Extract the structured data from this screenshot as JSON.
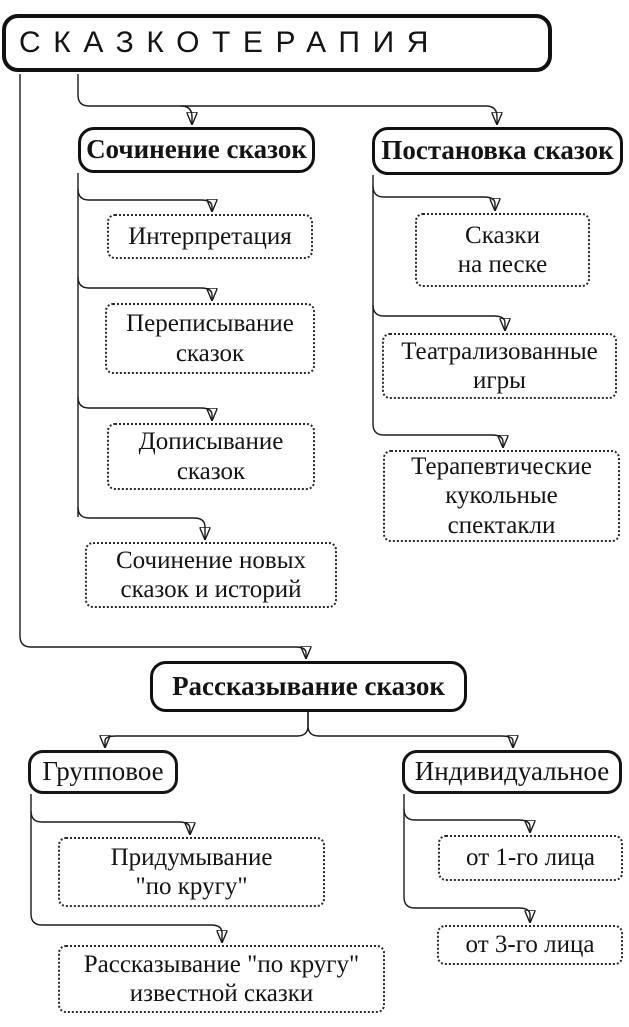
{
  "page": {
    "background_color": "#ffffff",
    "ink_color": "#1b1b1b"
  },
  "diagram": {
    "title": {
      "label": "СКАЗКОТЕРАПИЯ"
    },
    "nodes": {
      "compose": {
        "label": "Сочинение сказок"
      },
      "staging": {
        "label": "Постановка сказок"
      },
      "interpret": {
        "label": "Интерпретация"
      },
      "rewrite": {
        "label": "Переписывание\nсказок"
      },
      "finish": {
        "label": "Дописывание\nсказок"
      },
      "newtales": {
        "label": "Сочинение новых\nсказок и историй"
      },
      "sand": {
        "label": "Сказки\nна песке"
      },
      "theatrical": {
        "label": "Театрализованные\nигры"
      },
      "puppet": {
        "label": "Терапевтические\nкукольные\nспектакли"
      },
      "telling": {
        "label": "Рассказывание сказок"
      },
      "group": {
        "label": "Групповое"
      },
      "individual": {
        "label": "Индивидуальное"
      },
      "invent": {
        "label": "Придумывание\n\"по кругу\""
      },
      "tellcircle": {
        "label": "Рассказывание \"по кругу\"\nизвестной сказки"
      },
      "first": {
        "label": "от 1-го лица"
      },
      "third": {
        "label": "от 3-го лица"
      }
    },
    "edges": [
      {
        "from": "title",
        "to": "compose"
      },
      {
        "from": "title",
        "to": "staging"
      },
      {
        "from": "title",
        "to": "telling"
      },
      {
        "from": "compose",
        "to": "interpret"
      },
      {
        "from": "compose",
        "to": "rewrite"
      },
      {
        "from": "compose",
        "to": "finish"
      },
      {
        "from": "compose",
        "to": "newtales"
      },
      {
        "from": "staging",
        "to": "sand"
      },
      {
        "from": "staging",
        "to": "theatrical"
      },
      {
        "from": "staging",
        "to": "puppet"
      },
      {
        "from": "telling",
        "to": "group"
      },
      {
        "from": "telling",
        "to": "individual"
      },
      {
        "from": "group",
        "to": "invent"
      },
      {
        "from": "group",
        "to": "tellcircle"
      },
      {
        "from": "individual",
        "to": "first"
      },
      {
        "from": "individual",
        "to": "third"
      }
    ]
  }
}
